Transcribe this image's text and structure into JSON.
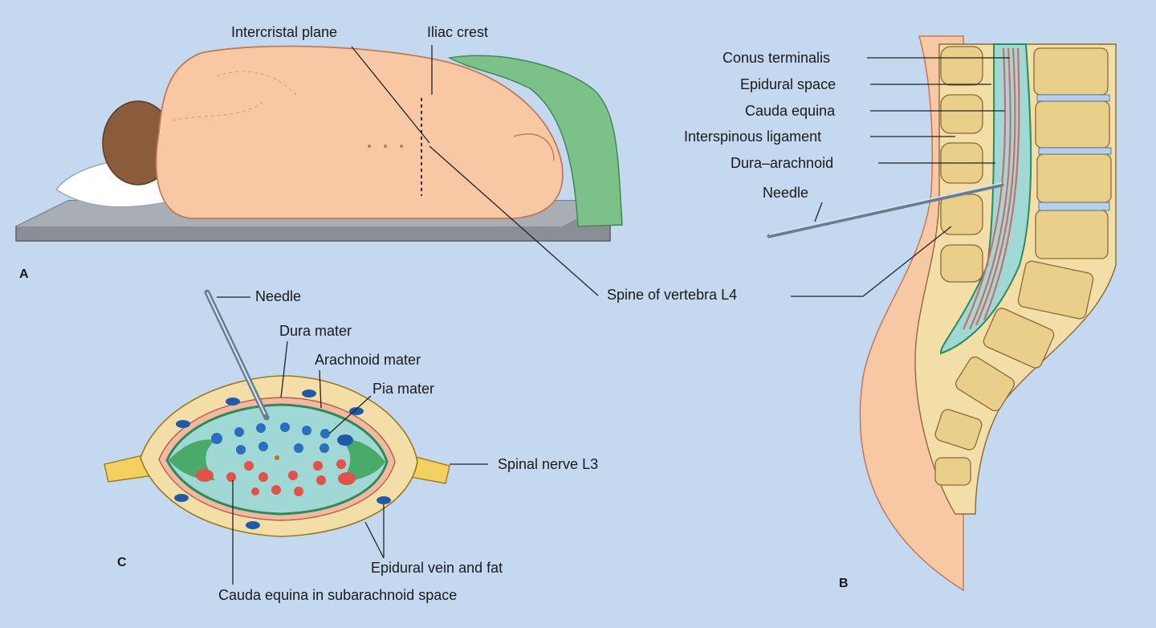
{
  "panel_a": {
    "letter": "A",
    "labels": {
      "intercristal_plane": "Intercristal plane",
      "iliac_crest": "Iliac crest",
      "spine_of_vertebra": "Spine of vertebra L4"
    }
  },
  "panel_b": {
    "letter": "B",
    "labels": {
      "conus_terminalis": "Conus terminalis",
      "epidural_space": "Epidural space",
      "cauda_equina": "Cauda equina",
      "interspinous_ligament": "Interspinous ligament",
      "dura_arachnoid": "Dura–arachnoid",
      "needle": "Needle"
    }
  },
  "panel_c": {
    "letter": "C",
    "labels": {
      "needle": "Needle",
      "dura_mater": "Dura mater",
      "arachnoid_mater": "Arachnoid mater",
      "pia_mater": "Pia mater",
      "spinal_nerve": "Spinal nerve L3",
      "epidural_vein_fat": "Epidural vein and fat",
      "cauda_equina_subarachnoid": "Cauda equina in subarachnoid space"
    }
  },
  "colors": {
    "background": "#c4d9ef",
    "skin": "#f8c8a4",
    "bone": "#f3dea8",
    "csf": "#9fd8d4",
    "nerve_red": "#e0524a",
    "vein_blue": "#1f5aa8",
    "drape_green": "#7cc08a",
    "table_gray": "#8a8f96"
  }
}
